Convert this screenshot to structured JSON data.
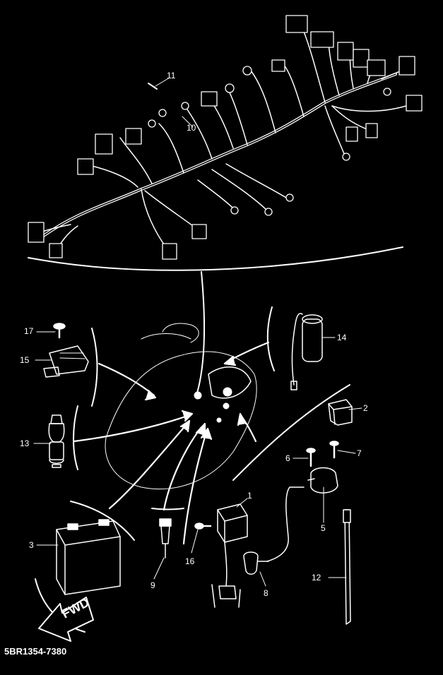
{
  "diagram": {
    "part_code": "5BR1354-7380",
    "direction_label": "FWD",
    "callouts": [
      {
        "id": "c1",
        "text": "1"
      },
      {
        "id": "c2",
        "text": "2"
      },
      {
        "id": "c3",
        "text": "3"
      },
      {
        "id": "c5",
        "text": "5"
      },
      {
        "id": "c6",
        "text": "6"
      },
      {
        "id": "c7",
        "text": "7"
      },
      {
        "id": "c8",
        "text": "8"
      },
      {
        "id": "c9",
        "text": "9"
      },
      {
        "id": "c10",
        "text": "10"
      },
      {
        "id": "c11",
        "text": "11"
      },
      {
        "id": "c12",
        "text": "12"
      },
      {
        "id": "c13",
        "text": "13"
      },
      {
        "id": "c14",
        "text": "14"
      },
      {
        "id": "c15",
        "text": "15"
      },
      {
        "id": "c16",
        "text": "16"
      },
      {
        "id": "c17",
        "text": "17"
      }
    ]
  }
}
